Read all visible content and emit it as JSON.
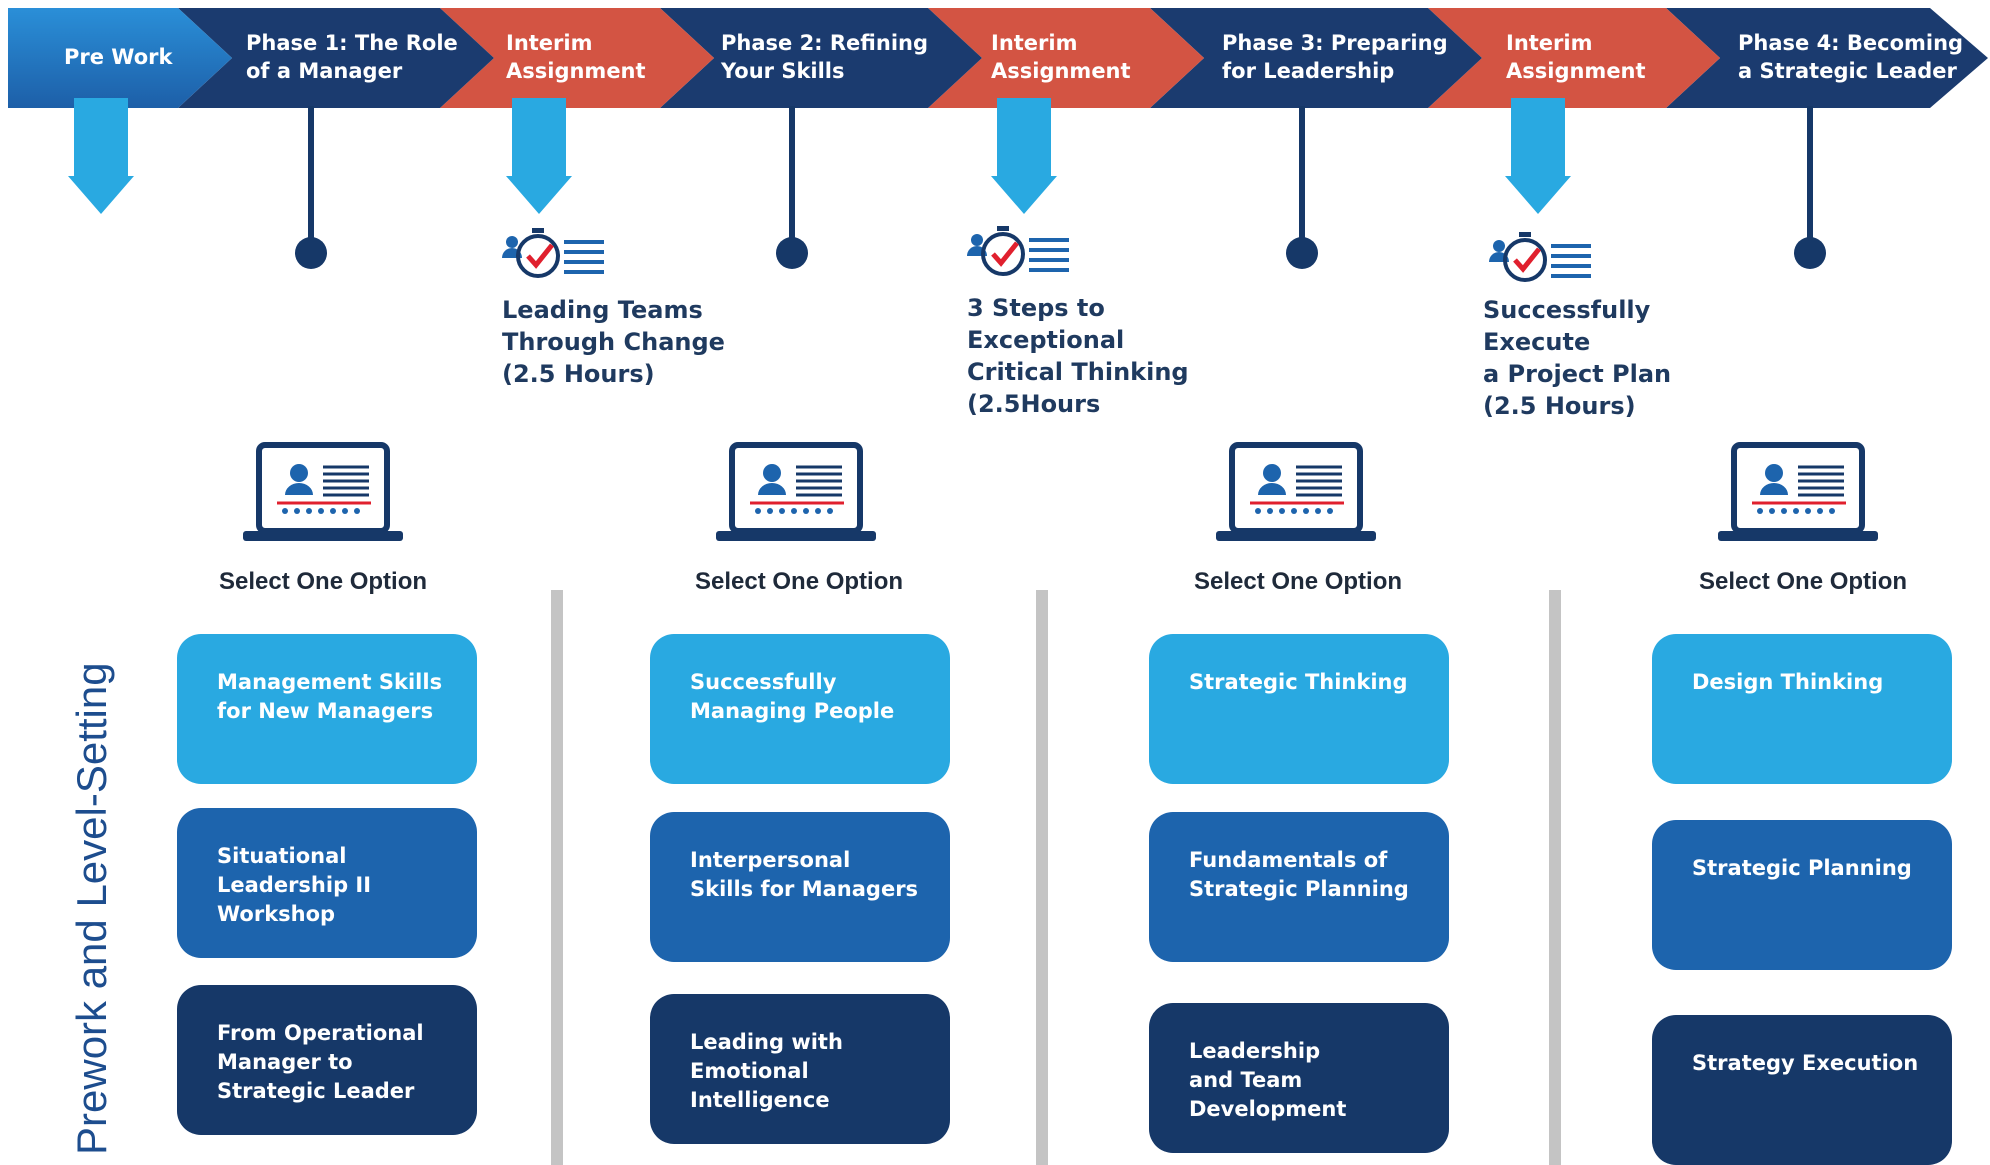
{
  "colors": {
    "navy": "#1b3b6f",
    "red": "#d35443",
    "blue_gradient_start": "#2a8fd8",
    "blue_gradient_end": "#1d5fa8",
    "arrow_blue": "#29a9e1",
    "card_light": "#29a9e1",
    "card_mid": "#1d64ad",
    "card_dark": "#163868",
    "divider": "#c4c4c4"
  },
  "side_title": "Prework and Level-Setting",
  "timeline": [
    {
      "label": "Pre Work",
      "kind": "prework"
    },
    {
      "label": "Phase 1: The Role\nof a Manager",
      "kind": "phase"
    },
    {
      "label": "Interim\nAssignment",
      "kind": "interim"
    },
    {
      "label": "Phase 2: Refining\nYour Skills",
      "kind": "phase"
    },
    {
      "label": "Interim\nAssignment",
      "kind": "interim"
    },
    {
      "label": "Phase 3: Preparing\nfor Leadership",
      "kind": "phase"
    },
    {
      "label": "Interim\nAssignment",
      "kind": "interim"
    },
    {
      "label": "Phase 4: Becoming\na Strategic Leader",
      "kind": "phase"
    }
  ],
  "interim_assignments": [
    {
      "text": "Leading Teams\nThrough Change\n(2.5 Hours)",
      "icon": "timed-checklist-icon"
    },
    {
      "text": "3 Steps to\nExceptional\nCritical Thinking\n(2.5Hours",
      "icon": "timed-checklist-icon"
    },
    {
      "text": "Successfully\nExecute\na Project Plan\n(2.5 Hours)",
      "icon": "timed-checklist-icon"
    }
  ],
  "phases": [
    {
      "select_label": "Select One Option",
      "icon": "laptop-webinar-icon",
      "options": [
        "Management Skills\nfor New Managers",
        "Situational\nLeadership II\nWorkshop",
        "From Operational\nManager to\nStrategic Leader"
      ]
    },
    {
      "select_label": "Select One Option",
      "icon": "laptop-webinar-icon",
      "options": [
        "Successfully\nManaging People",
        "Interpersonal\nSkills for Managers",
        "Leading with\nEmotional\nIntelligence"
      ]
    },
    {
      "select_label": "Select One Option",
      "icon": "laptop-webinar-icon",
      "options": [
        "Strategic Thinking",
        "Fundamentals of\nStrategic Planning",
        "Leadership\nand Team\nDevelopment"
      ]
    },
    {
      "select_label": "Select One Option",
      "icon": "laptop-webinar-icon",
      "options": [
        "Design Thinking",
        "Strategic Planning",
        "Strategy Execution"
      ]
    }
  ]
}
